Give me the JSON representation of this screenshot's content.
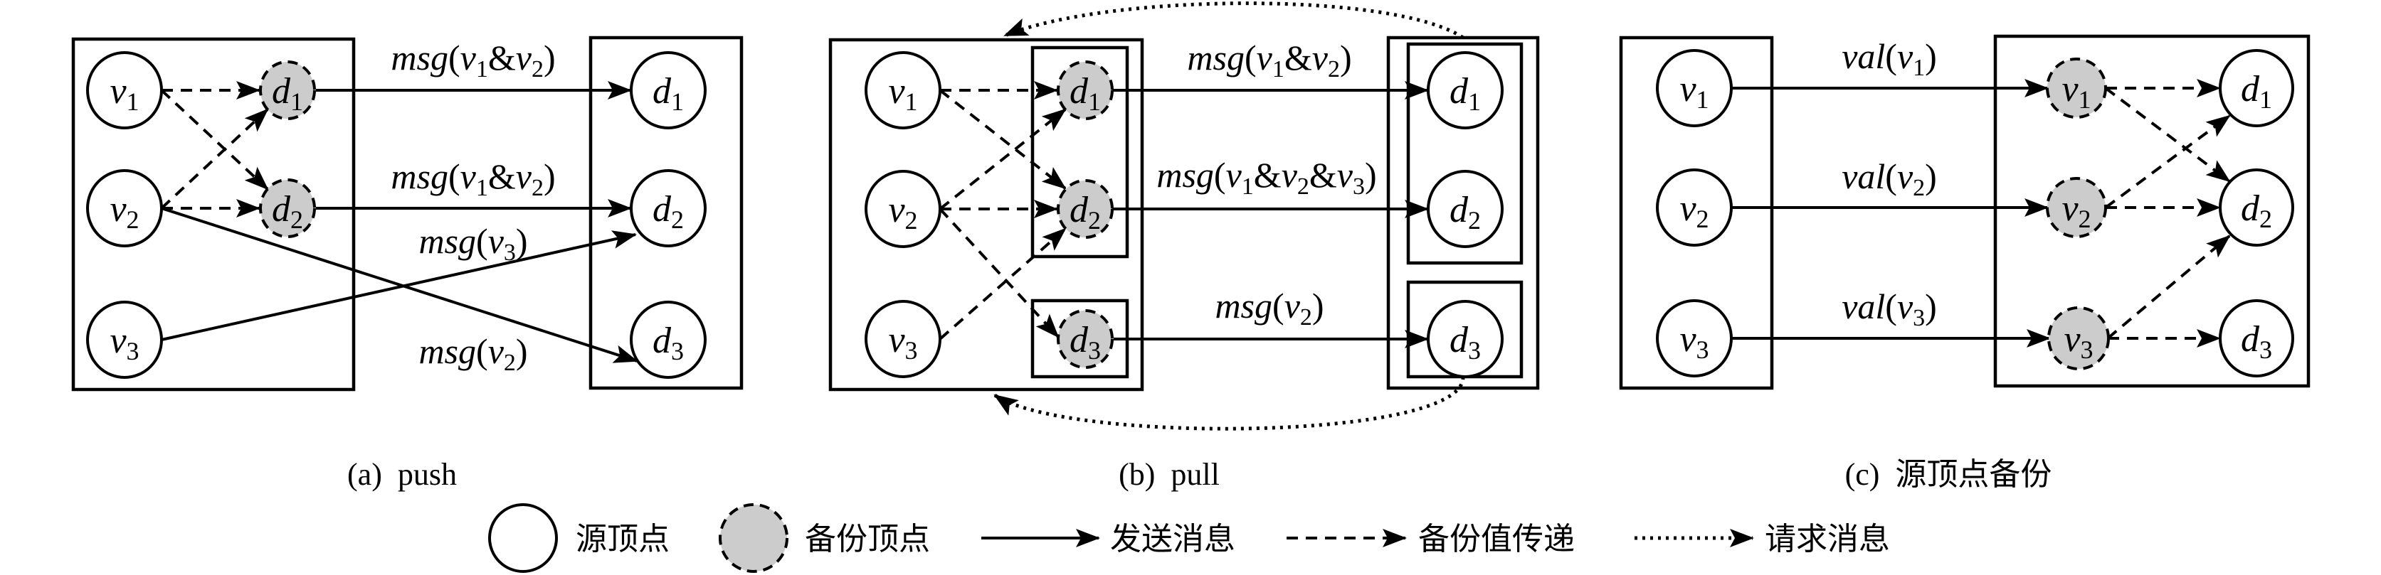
{
  "panels": {
    "a": {
      "caption": "(a)  push",
      "source_nodes": [
        {
          "name": "v",
          "sub": "1"
        },
        {
          "name": "v",
          "sub": "2"
        },
        {
          "name": "v",
          "sub": "3"
        }
      ],
      "backup_nodes": [
        {
          "name": "d",
          "sub": "1"
        },
        {
          "name": "d",
          "sub": "2"
        }
      ],
      "dest_nodes": [
        {
          "name": "d",
          "sub": "1"
        },
        {
          "name": "d",
          "sub": "2"
        },
        {
          "name": "d",
          "sub": "3"
        }
      ],
      "edge_labels": [
        {
          "fn": "msg",
          "args": [
            {
              "v": "v",
              "s": "1"
            },
            {
              "v": "v",
              "s": "2"
            }
          ]
        },
        {
          "fn": "msg",
          "args": [
            {
              "v": "v",
              "s": "1"
            },
            {
              "v": "v",
              "s": "2"
            }
          ]
        },
        {
          "fn": "msg",
          "args": [
            {
              "v": "v",
              "s": "3"
            }
          ]
        },
        {
          "fn": "msg",
          "args": [
            {
              "v": "v",
              "s": "2"
            }
          ]
        }
      ]
    },
    "b": {
      "caption": "(b)  pull",
      "source_nodes": [
        {
          "name": "v",
          "sub": "1"
        },
        {
          "name": "v",
          "sub": "2"
        },
        {
          "name": "v",
          "sub": "3"
        }
      ],
      "backup_nodes": [
        {
          "name": "d",
          "sub": "1"
        },
        {
          "name": "d",
          "sub": "2"
        },
        {
          "name": "d",
          "sub": "3"
        }
      ],
      "dest_nodes": [
        {
          "name": "d",
          "sub": "1"
        },
        {
          "name": "d",
          "sub": "2"
        },
        {
          "name": "d",
          "sub": "3"
        }
      ],
      "edge_labels": [
        {
          "fn": "msg",
          "args": [
            {
              "v": "v",
              "s": "1"
            },
            {
              "v": "v",
              "s": "2"
            }
          ]
        },
        {
          "fn": "msg",
          "args": [
            {
              "v": "v",
              "s": "1"
            },
            {
              "v": "v",
              "s": "2"
            },
            {
              "v": "v",
              "s": "3"
            }
          ]
        },
        {
          "fn": "msg",
          "args": [
            {
              "v": "v",
              "s": "2"
            }
          ]
        }
      ]
    },
    "c": {
      "caption": "(c)  源顶点备份",
      "source_nodes": [
        {
          "name": "v",
          "sub": "1"
        },
        {
          "name": "v",
          "sub": "2"
        },
        {
          "name": "v",
          "sub": "3"
        }
      ],
      "backup_nodes": [
        {
          "name": "v",
          "sub": "1"
        },
        {
          "name": "v",
          "sub": "2"
        },
        {
          "name": "v",
          "sub": "3"
        }
      ],
      "dest_nodes": [
        {
          "name": "d",
          "sub": "1"
        },
        {
          "name": "d",
          "sub": "2"
        },
        {
          "name": "d",
          "sub": "3"
        }
      ],
      "edge_labels": [
        {
          "fn": "val",
          "args": [
            {
              "v": "v",
              "s": "1"
            }
          ]
        },
        {
          "fn": "val",
          "args": [
            {
              "v": "v",
              "s": "2"
            }
          ]
        },
        {
          "fn": "val",
          "args": [
            {
              "v": "v",
              "s": "3"
            }
          ]
        }
      ]
    }
  },
  "legend": {
    "source_vertex": "源顶点",
    "backup_vertex": "备份顶点",
    "send_message": "发送消息",
    "backup_value_transfer": "备份值传递",
    "request_message": "请求消息"
  },
  "colors": {
    "backup_fill": "#cccccc",
    "stroke": "#000000"
  }
}
